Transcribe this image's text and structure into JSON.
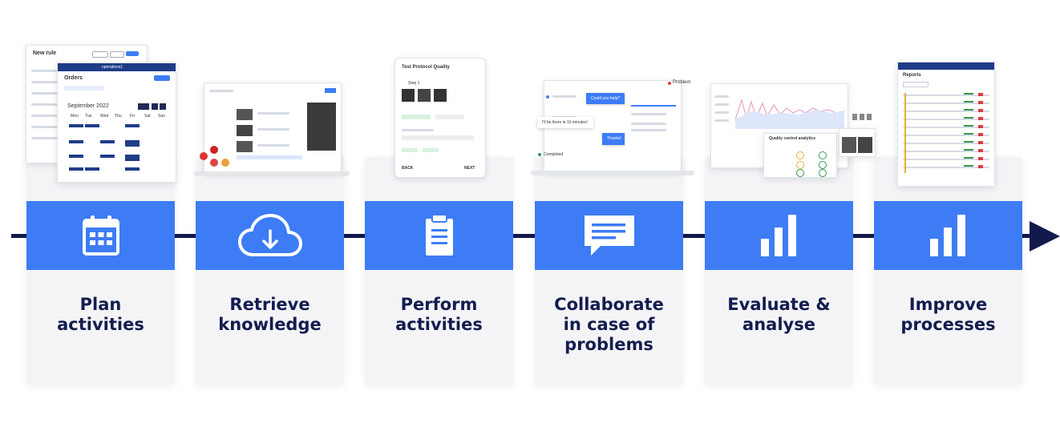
{
  "colors": {
    "accent": "#3d7cf5",
    "navy": "#121a4c",
    "card_bg": "#f4f4f6"
  },
  "steps": [
    {
      "icon": "calendar-icon",
      "lines": [
        "Plan",
        "activities"
      ]
    },
    {
      "icon": "cloud-download-icon",
      "lines": [
        "Retrieve",
        "knowledge"
      ]
    },
    {
      "icon": "clipboard-icon",
      "lines": [
        "Perform",
        "activities"
      ]
    },
    {
      "icon": "chat-icon",
      "lines": [
        "Collaborate",
        "in case of",
        "problems"
      ]
    },
    {
      "icon": "bar-chart-icon",
      "lines": [
        "Evaluate &",
        "analyse"
      ]
    },
    {
      "icon": "bar-chart-icon",
      "lines": [
        "Improve",
        "processes"
      ]
    }
  ],
  "screens": {
    "plan": {
      "rule_label": "New rule",
      "app_name": "operations1",
      "orders_title": "Orders",
      "month": "September 2022",
      "weekdays": [
        "Mon",
        "Tue",
        "Wed",
        "Thu",
        "Fri",
        "Sat",
        "Sun"
      ]
    },
    "perform": {
      "title": "Test Protocol Quality",
      "step": "Step 1",
      "back": "BACK",
      "next": "NEXT"
    },
    "collab": {
      "problem": "Problem",
      "question": "Could you help?",
      "reply": "I'll be there in 10 minutes!",
      "thanks": "Thanks!",
      "completed": "Completed"
    },
    "evaluate": {
      "panel_title": "Quality control analytics"
    },
    "improve": {
      "title": "Reports"
    }
  }
}
